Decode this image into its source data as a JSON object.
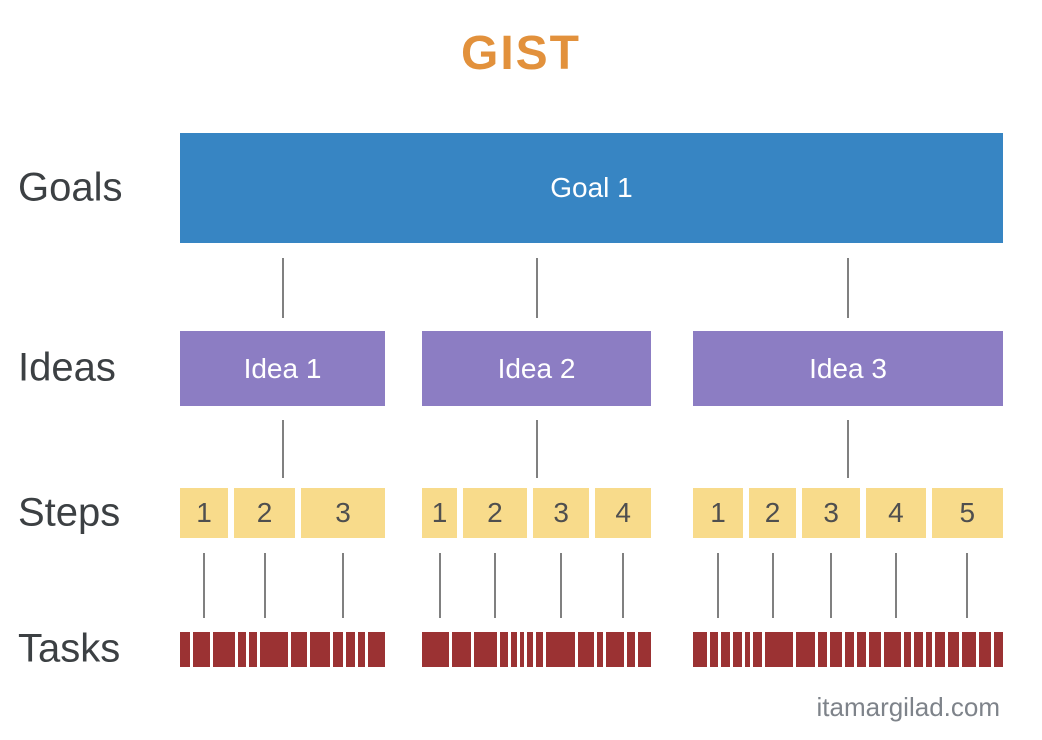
{
  "title": "GIST",
  "watermark": "itamargilad.com",
  "row_labels": [
    {
      "label": "Goals"
    },
    {
      "label": "Ideas"
    },
    {
      "label": "Steps"
    },
    {
      "label": "Tasks"
    }
  ],
  "goal": {
    "label": "Goal 1"
  },
  "ideas": [
    {
      "label": "Idea 1",
      "steps": [
        {
          "n": "1",
          "w": 48
        },
        {
          "n": "2",
          "w": 61
        },
        {
          "n": "3",
          "w": 84
        }
      ],
      "task_segments": [
        10,
        18,
        22,
        8,
        9,
        28,
        17,
        20,
        10,
        9,
        8,
        17
      ]
    },
    {
      "label": "Idea 2",
      "steps": [
        {
          "n": "1",
          "w": 34
        },
        {
          "n": "2",
          "w": 62
        },
        {
          "n": "3",
          "w": 55
        },
        {
          "n": "4",
          "w": 54
        }
      ],
      "task_segments": [
        28,
        20,
        24,
        8,
        6,
        5,
        6,
        7,
        30,
        17,
        6,
        19,
        8,
        14
      ]
    },
    {
      "label": "Idea 3",
      "steps": [
        {
          "n": "1",
          "w": 49
        },
        {
          "n": "2",
          "w": 46
        },
        {
          "n": "3",
          "w": 57
        },
        {
          "n": "4",
          "w": 58
        },
        {
          "n": "5",
          "w": 70
        }
      ],
      "task_segments": [
        15,
        8,
        10,
        9,
        6,
        9,
        30,
        20,
        10,
        12,
        10,
        9,
        13,
        18,
        8,
        9,
        7,
        10,
        12,
        15,
        12,
        10
      ]
    }
  ],
  "colors": {
    "title": "#E2913C",
    "goal": "#3785C3",
    "idea": "#8C7DC3",
    "step": "#F8DB8B",
    "step_text": "#4F4F4F",
    "task": "#9B3233",
    "label": "#3C4043",
    "connector": "#808080",
    "watermark": "#7E838A"
  }
}
